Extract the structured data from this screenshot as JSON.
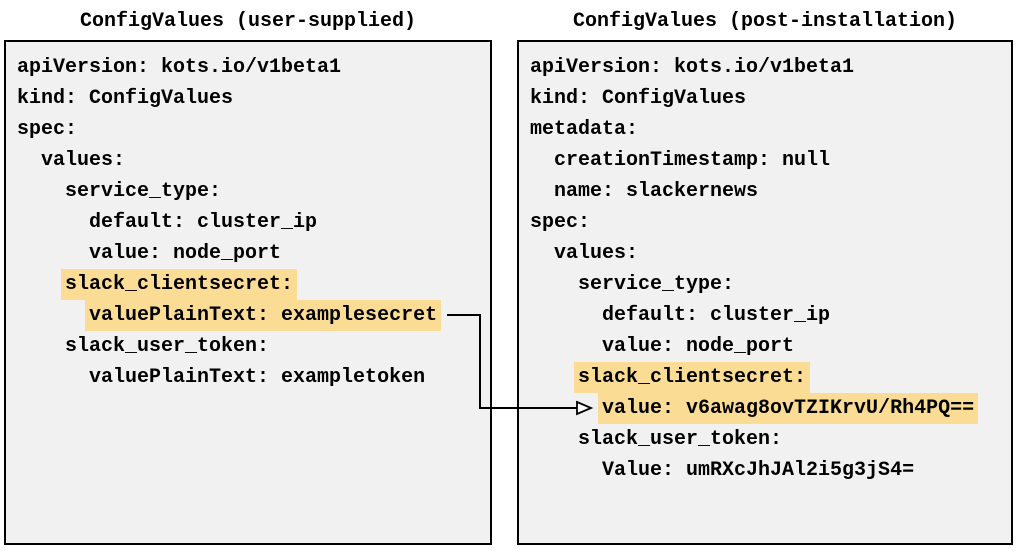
{
  "colors": {
    "highlight": "#FBDC94",
    "panel_background": "#F1F1F1",
    "panel_border": "#000000",
    "text": "#000000",
    "page_background": "#FFFFFF",
    "arrow": "#000000"
  },
  "left_panel": {
    "title": "ConfigValues (user-supplied)",
    "lines": [
      {
        "text": "apiVersion: kots.io/v1beta1",
        "highlight": false
      },
      {
        "text": "kind: ConfigValues",
        "highlight": false
      },
      {
        "text": "spec:",
        "highlight": false
      },
      {
        "text": "  values:",
        "highlight": false
      },
      {
        "text": "    service_type:",
        "highlight": false
      },
      {
        "text": "      default: cluster_ip",
        "highlight": false
      },
      {
        "text": "      value: node_port",
        "highlight": false
      },
      {
        "text": "    slack_clientsecret:",
        "highlight": true
      },
      {
        "text": "      valuePlainText: examplesecret",
        "highlight": true
      },
      {
        "text": "    slack_user_token:",
        "highlight": false
      },
      {
        "text": "      valuePlainText: exampletoken",
        "highlight": false
      }
    ]
  },
  "right_panel": {
    "title": "ConfigValues (post-installation)",
    "lines": [
      {
        "text": "apiVersion: kots.io/v1beta1",
        "highlight": false
      },
      {
        "text": "kind: ConfigValues",
        "highlight": false
      },
      {
        "text": "metadata:",
        "highlight": false
      },
      {
        "text": "  creationTimestamp: null",
        "highlight": false
      },
      {
        "text": "  name: slackernews",
        "highlight": false
      },
      {
        "text": "spec:",
        "highlight": false
      },
      {
        "text": "  values:",
        "highlight": false
      },
      {
        "text": "    service_type:",
        "highlight": false
      },
      {
        "text": "      default: cluster_ip",
        "highlight": false
      },
      {
        "text": "      value: node_port",
        "highlight": false
      },
      {
        "text": "    slack_clientsecret:",
        "highlight": true
      },
      {
        "text": "      value: v6awag8ovTZIKrvU/Rh4PQ==",
        "highlight": true
      },
      {
        "text": "    slack_user_token:",
        "highlight": false
      },
      {
        "text": "      Value: umRXcJhJAl2i5g3jS4=",
        "highlight": false
      }
    ]
  },
  "arrow": {
    "from": "valuePlainText: examplesecret (user-supplied)",
    "to": "value: v6awag8ovTZIKrvU/Rh4PQ== (post-installation)"
  }
}
